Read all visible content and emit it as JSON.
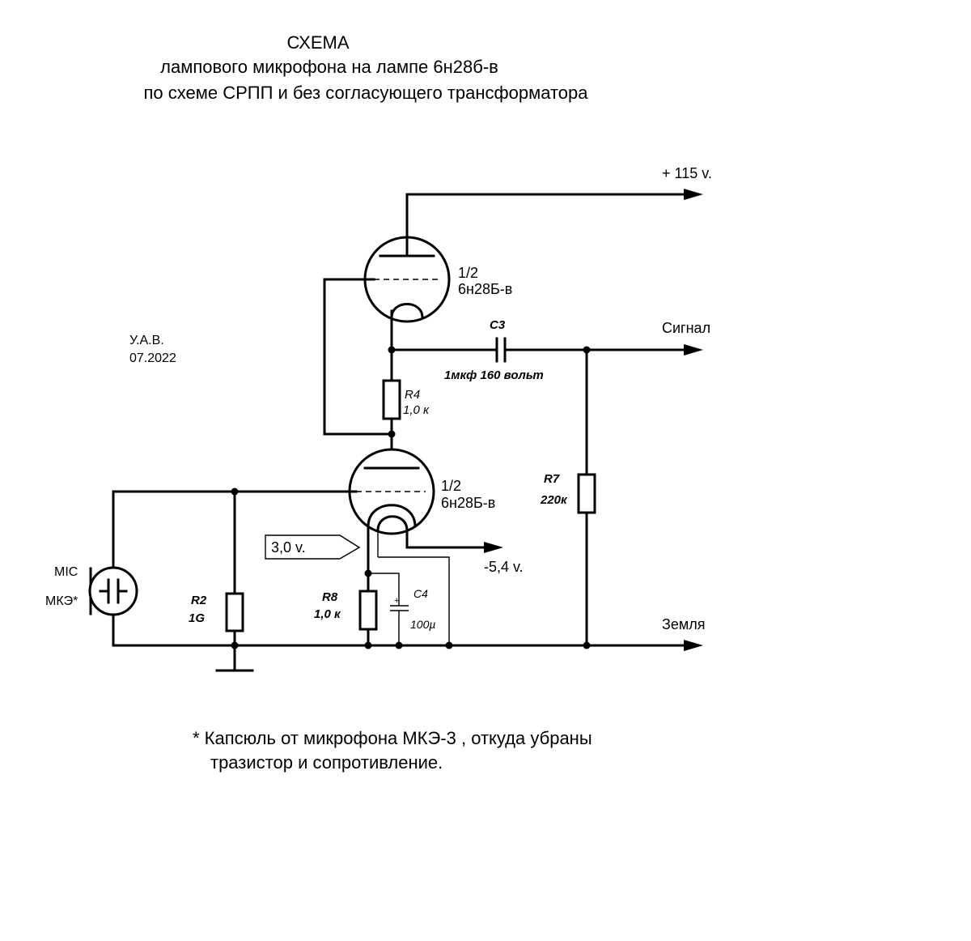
{
  "title": {
    "line1": "СХЕМА",
    "line2": "лампового микрофона на лампе 6н28б-в",
    "line3": "по схеме СРПП и  без согласующего трансформатора"
  },
  "author": {
    "name": "У.А.В.",
    "date": "07.2022"
  },
  "supply": {
    "label": "+  115 v."
  },
  "outputs": {
    "signal": "Сигнал",
    "ground": "Земля"
  },
  "tube_upper": {
    "line1": "1/2",
    "line2": "6н28Б-в"
  },
  "tube_lower": {
    "line1": "1/2",
    "line2": "6н28Б-в"
  },
  "components": {
    "c3": {
      "name": "C3",
      "value": "1мкф 160 вольт"
    },
    "r4": {
      "name": "R4",
      "value": "1,0 к"
    },
    "r7": {
      "name": "R7",
      "value": "220к"
    },
    "r2": {
      "name": "R2",
      "value": "1G"
    },
    "r8": {
      "name": "R8",
      "value": "1,0 к"
    },
    "c4": {
      "name": "C4",
      "value": "100µ",
      "polarity": "+"
    }
  },
  "heater": {
    "voltage_tag": "3,0 v.",
    "negative_supply": "-5,4 v."
  },
  "mic": {
    "label1": "MIC",
    "label2": "МКЭ*"
  },
  "footnote": {
    "line1": "* Капсюль от микрофона МКЭ-3 , откуда убраны",
    "line2": "тразистор и сопротивление."
  }
}
